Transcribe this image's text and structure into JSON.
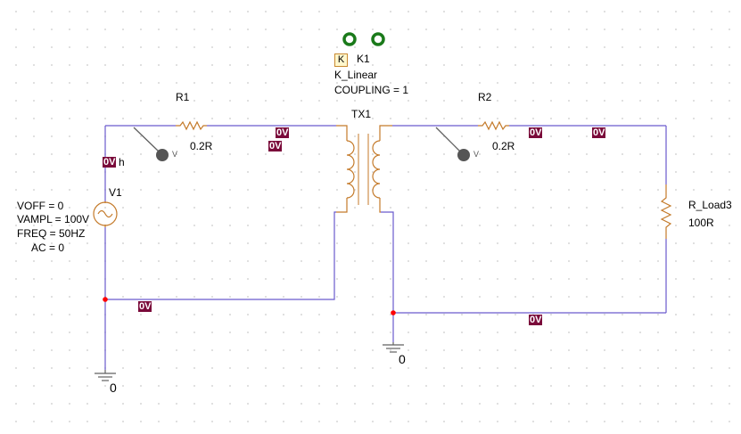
{
  "components": {
    "r1": {
      "name": "R1",
      "value": "0.2R"
    },
    "r2": {
      "name": "R2",
      "value": "0.2R"
    },
    "rload": {
      "name": "R_Load3",
      "value": "100R"
    },
    "tx": {
      "name": "TX1"
    },
    "k": {
      "icon_letter": "K",
      "name": "K1",
      "model": "K_Linear",
      "coupling": "COUPLING = 1"
    },
    "v1": {
      "name": "V1",
      "params": [
        "VOFF = 0",
        "VAMPL = 100V",
        "FREQ = 50HZ",
        "AC = 0"
      ]
    },
    "ground": {
      "label": "0"
    },
    "probe": {
      "letter": "V"
    }
  },
  "voltage_tags": {
    "v1_top": "0V",
    "v1_suffix": "h",
    "r1_right_a": "0V",
    "r1_right_b": "0V",
    "left_bottom": "0V",
    "r2_right": "0V",
    "right_top": "0V",
    "right_bottom": "0V"
  },
  "colors": {
    "wire": "#6a5acd",
    "component": "#c47a2a",
    "probe": "#606060",
    "marker": "#1a7a1a",
    "node": "#ff0000",
    "tag_bg": "#7a0a3a"
  }
}
